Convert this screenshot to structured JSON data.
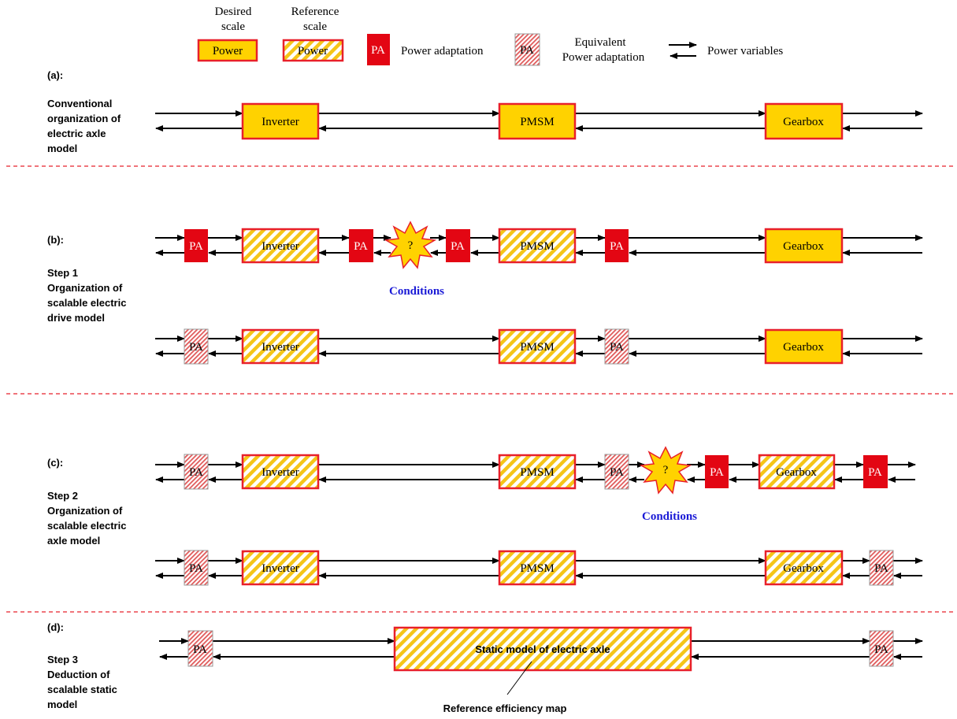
{
  "colors": {
    "power_fill": "#ffd200",
    "power_border": "#e8202a",
    "hatch_stripe": "#f5c518",
    "pa_red": "#e30613",
    "pa_hatch": "#e05a5a",
    "conditions_blue": "#1a1ad6",
    "separator": "#e8202a",
    "burst_fill": "#ffd200",
    "burst_border": "#e8202a"
  },
  "legend": {
    "desired_line1": "Desired",
    "desired_line2": "scale",
    "desired_box": "Power",
    "reference_line1": "Reference",
    "reference_line2": "scale",
    "reference_box": "Power",
    "pa_box": "PA",
    "pa_label": "Power adaptation",
    "eq_pa_box": "PA",
    "eq_line1": "Equivalent",
    "eq_line2": "Power adaptation",
    "power_variables": "Power variables"
  },
  "sections": {
    "a": {
      "tag": "(a):",
      "desc": [
        "Conventional",
        "organization of",
        "electric axle",
        "model"
      ],
      "inverter": "Inverter",
      "pmsm": "PMSM",
      "gearbox": "Gearbox"
    },
    "b": {
      "tag": "(b):",
      "desc": [
        "Step 1",
        "Organization of",
        "scalable electric",
        "drive model"
      ],
      "row1": {
        "pa": "PA",
        "inverter": "Inverter",
        "burst": "?",
        "pmsm": "PMSM",
        "gearbox": "Gearbox"
      },
      "conditions": "Conditions",
      "row2": {
        "pa": "PA",
        "inverter": "Inverter",
        "pmsm": "PMSM",
        "gearbox": "Gearbox"
      }
    },
    "c": {
      "tag": "(c):",
      "desc": [
        "Step 2",
        "Organization of",
        "scalable electric",
        "axle model"
      ],
      "row1": {
        "pa": "PA",
        "inverter": "Inverter",
        "pmsm": "PMSM",
        "burst": "?",
        "gearbox": "Gearbox"
      },
      "conditions": "Conditions",
      "row2": {
        "pa": "PA",
        "inverter": "Inverter",
        "pmsm": "PMSM",
        "gearbox": "Gearbox"
      }
    },
    "d": {
      "tag": "(d):",
      "desc": [
        "Step 3",
        "Deduction of",
        "scalable static",
        "model"
      ],
      "pa": "PA",
      "static_model": "Static model of electric axle",
      "ref_map": "Reference efficiency map"
    }
  }
}
